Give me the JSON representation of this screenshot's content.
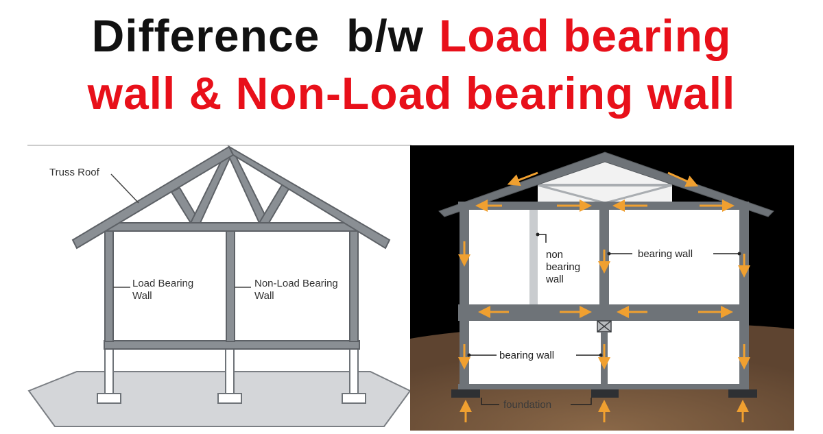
{
  "title": {
    "black_part": "Difference  b/w",
    "red_part_line1": "Load bearing",
    "line2": "wall & Non-Load bearing wall"
  },
  "left_diagram": {
    "truss_roof_label": "Truss Roof",
    "load_bearing_label_line1": "Load Bearing",
    "load_bearing_label_line2": "Wall",
    "non_load_bearing_label_line1": "Non-Load Bearing",
    "non_load_bearing_label_line2": "Wall"
  },
  "right_diagram": {
    "non_bearing_line1": "non",
    "non_bearing_line2": "bearing",
    "non_bearing_line3": "wall",
    "bearing_wall_upper": "bearing wall",
    "bearing_wall_lower": "bearing wall",
    "foundation": "foundation"
  },
  "colors": {
    "title_red": "#e8101a",
    "title_black": "#111111",
    "arrow_orange": "#f0a030",
    "structure_gray": "#6e7378",
    "soil_brown": "#7a5a3c"
  }
}
